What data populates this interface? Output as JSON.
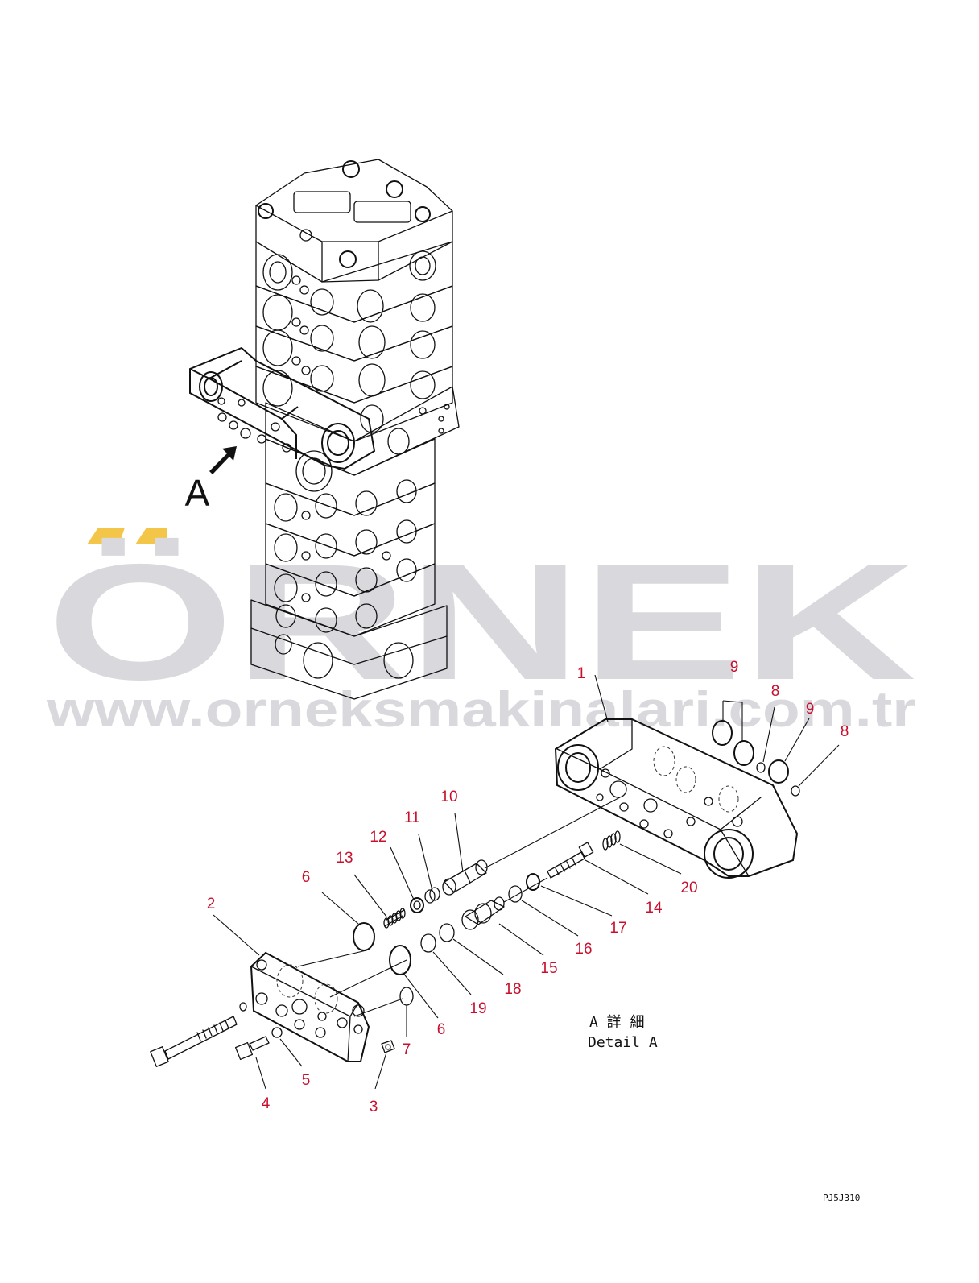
{
  "watermark": {
    "brand": "ÖRNEK",
    "url": "www.orneksmakinalari.com.tr",
    "brand_color": "#d9d9dd",
    "accent_color": "#f3c64a"
  },
  "view_marker": {
    "letter": "A"
  },
  "detail_caption": {
    "japanese": "A 詳 細",
    "english": "Detail A"
  },
  "drawing_code": "PJ5J310",
  "callout_color": "#c8102e",
  "callouts": [
    "1",
    "2",
    "3",
    "4",
    "5",
    "6",
    "6",
    "7",
    "8",
    "8",
    "9",
    "9",
    "10",
    "11",
    "12",
    "13",
    "14",
    "15",
    "16",
    "17",
    "18",
    "19",
    "20"
  ]
}
